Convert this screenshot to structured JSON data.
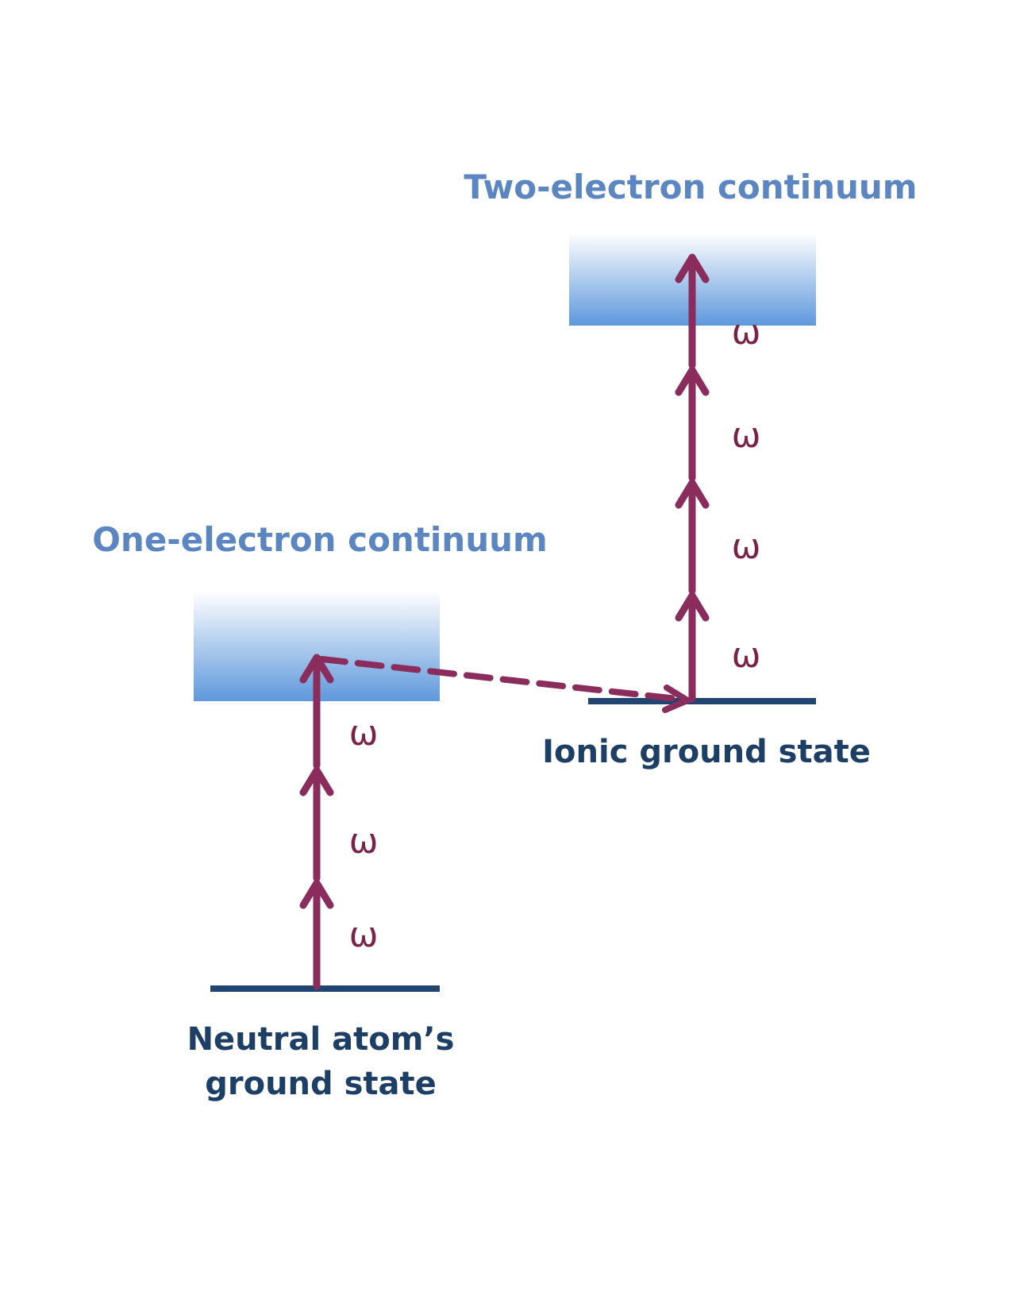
{
  "labels": {
    "two_electron_continuum": "Two-electron continuum",
    "one_electron_continuum": "One-electron continuum",
    "ionic_ground_state": "Ionic ground state",
    "neutral_line1": "Neutral atom’s",
    "neutral_line2": "ground state"
  },
  "photon_symbol": "ω",
  "photons_first_step": 3,
  "photons_second_step": 4,
  "colors": {
    "continuum_label": "#5b86c2",
    "state_label": "#1d3f66",
    "level_line": "#1f4570",
    "arrow": "#8a2c5c",
    "omega": "#7a2248",
    "band_top": "#ffffff",
    "band_bottom": "#5e98dc"
  }
}
